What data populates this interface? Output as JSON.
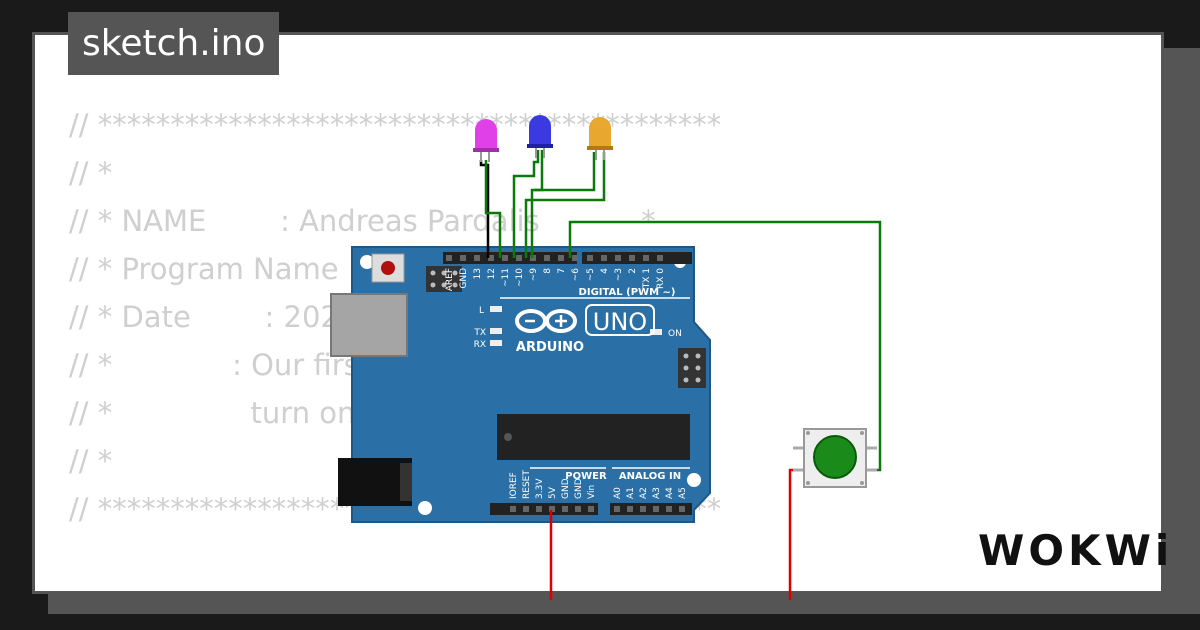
{
  "tab": {
    "filename": "sketch.ino"
  },
  "code_lines": [
    "// *******************************************",
    "// *",
    "// * NAME        : Andreas Pardalis           *",
    "// * Program Name :",
    "// * Date        : 202",
    "// *             : Our firs",
    "// *               turn on",
    "// *",
    "// *******************************************"
  ],
  "board": {
    "brand": "ARDUINO",
    "model": "UNO",
    "digital_header": "DIGITAL (PWM ~)",
    "power_header": "POWER",
    "analog_header": "ANALOG IN",
    "pins_digital": [
      "AREF",
      "GND",
      "13",
      "12",
      "~11",
      "~10",
      "~9",
      "8",
      "7",
      "~6",
      "~5",
      "4",
      "~3",
      "2",
      "TX 1",
      "RX 0"
    ],
    "pins_power": [
      "IOREF",
      "RESET",
      "3.3V",
      "5V",
      "GND",
      "GND",
      "Vin"
    ],
    "pins_analog": [
      "A0",
      "A1",
      "A2",
      "A3",
      "A4",
      "A5"
    ],
    "led_labels": [
      "L",
      "TX",
      "RX",
      "ON"
    ]
  },
  "leds": [
    {
      "color_name": "magenta",
      "color": "#e040e8"
    },
    {
      "color_name": "blue",
      "color": "#3a3ae0"
    },
    {
      "color_name": "orange",
      "color": "#e8a830"
    }
  ],
  "pushbutton": {
    "color": "#1a8a1a"
  },
  "wire_colors": {
    "signal": "#0a7a0a",
    "ground": "#000000",
    "power": "#dd0000"
  },
  "logo": {
    "text": "WOKWi"
  }
}
